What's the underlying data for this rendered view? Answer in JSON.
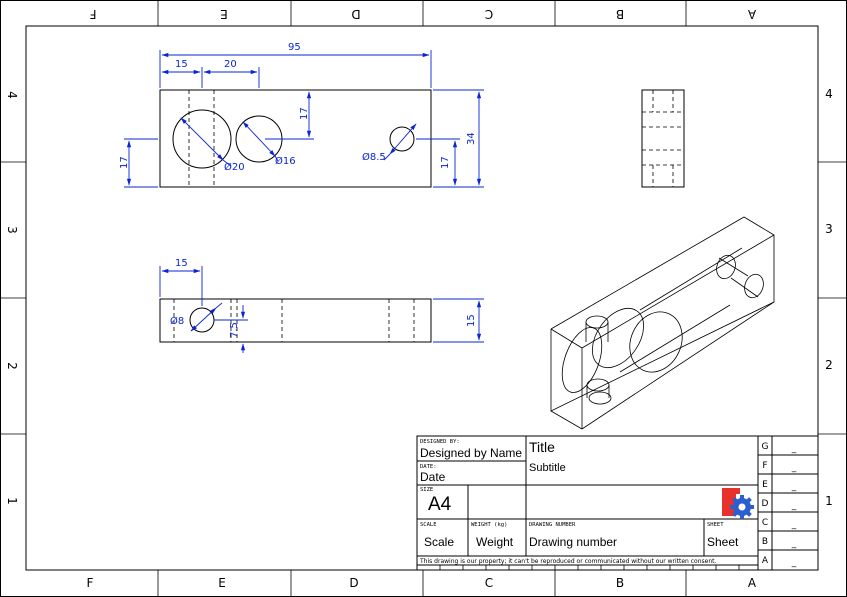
{
  "sheet": {
    "zones_top": [
      "F",
      "E",
      "D",
      "C",
      "B",
      "A"
    ],
    "zones_bottom": [
      "F",
      "E",
      "D",
      "C",
      "B",
      "A"
    ],
    "zones_left": [
      "4",
      "3",
      "2",
      "1"
    ],
    "zones_right": [
      "4",
      "3",
      "2",
      "1"
    ]
  },
  "dimensions": {
    "overall_length": "95",
    "hole1_x": "15",
    "hole_spacing": "20",
    "hole2_y": "17",
    "hole1_y": "17",
    "small_hole_y": "17",
    "height": "34",
    "dia_20": "Ø20",
    "dia_16": "Ø16",
    "dia_8_5": "Ø8.5",
    "front_hole_x": "15",
    "dia_8": "Ø8",
    "front_hole_y": "7.5",
    "thickness": "15"
  },
  "title_block": {
    "designed_by_label": "DESIGNED BY:",
    "designed_by": "Designed by Name",
    "date_label": "DATE:",
    "date": "Date",
    "size_label": "SIZE",
    "size": "A4",
    "title": "Title",
    "subtitle": "Subtitle",
    "scale_label": "SCALE",
    "scale": "Scale",
    "weight_label": "WEIGHT (kg)",
    "weight": "Weight",
    "drawing_number_label": "DRAWING NUMBER",
    "drawing_number": "Drawing number",
    "sheet_label": "SHEET",
    "sheet": "Sheet",
    "disclaimer": "This drawing is our property; it can't be reproduced or communicated without our written consent.",
    "revisions": [
      {
        "letter": "G",
        "value": "_"
      },
      {
        "letter": "F",
        "value": "_"
      },
      {
        "letter": "E",
        "value": "_"
      },
      {
        "letter": "D",
        "value": "_"
      },
      {
        "letter": "C",
        "value": "_"
      },
      {
        "letter": "B",
        "value": "_"
      },
      {
        "letter": "A",
        "value": "_"
      }
    ]
  },
  "colors": {
    "dimension": "#0b24d6",
    "logo_red": "#e8312a",
    "logo_blue": "#2b5fd0"
  }
}
